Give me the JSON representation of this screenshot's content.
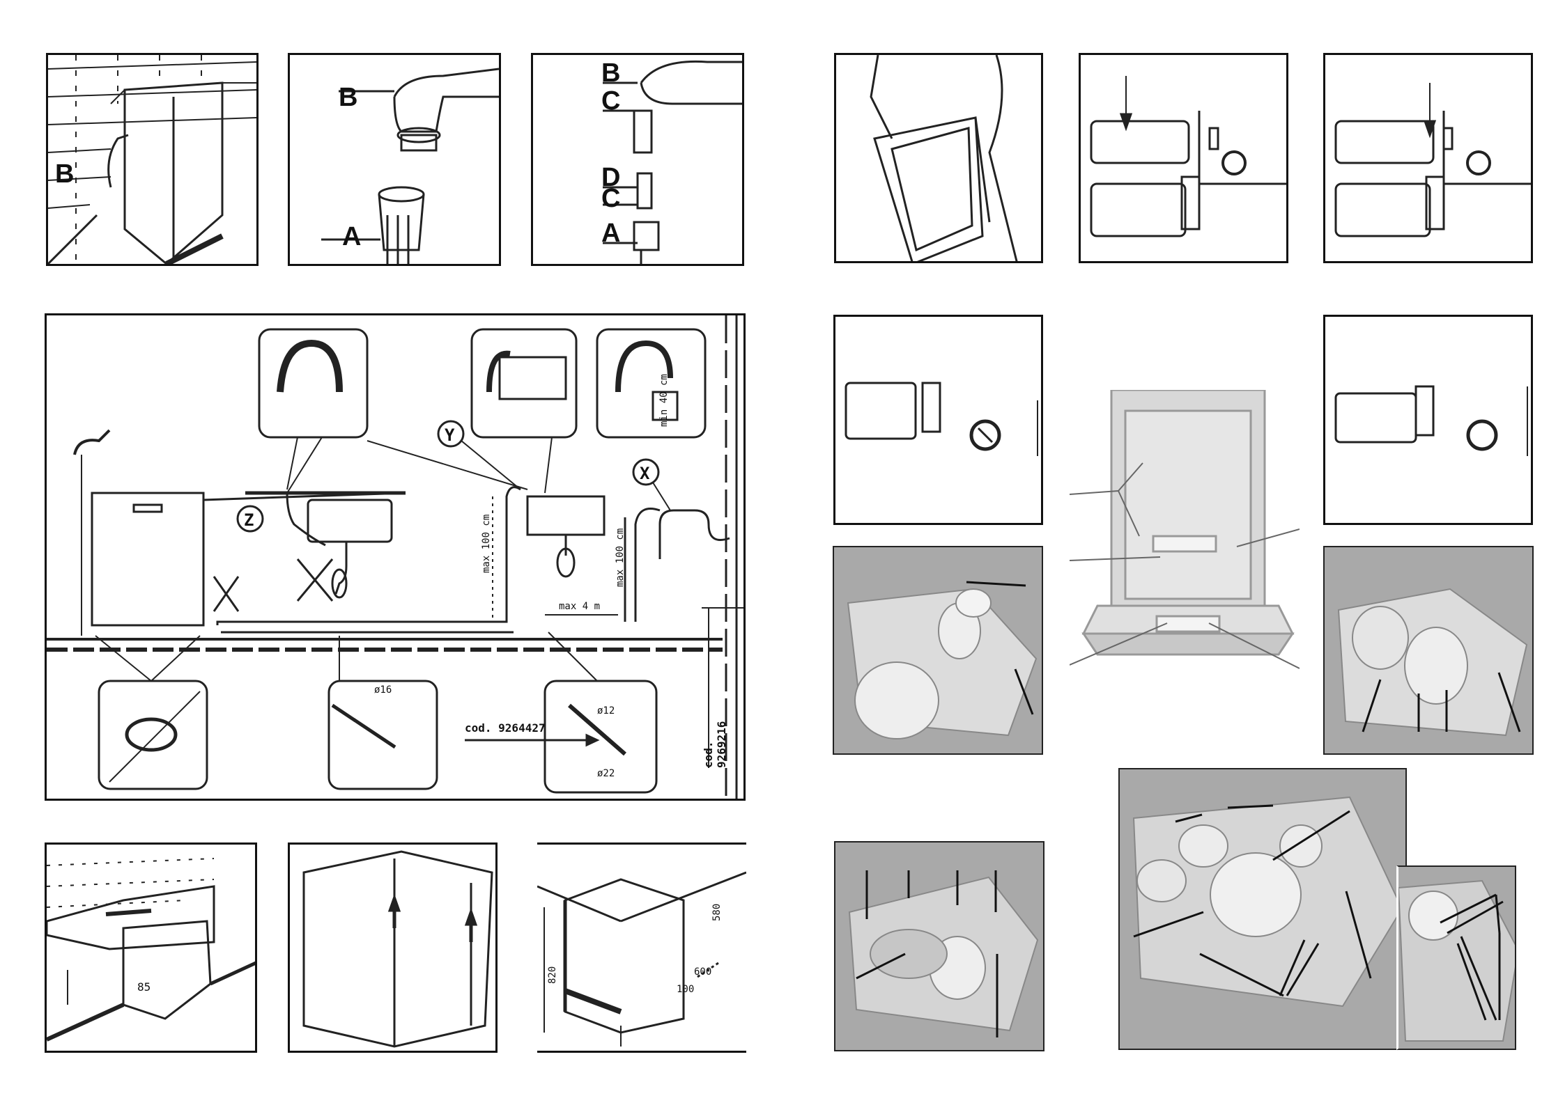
{
  "fig_water_valve": {
    "label_b": "B"
  },
  "fig_tap": {
    "label_a": "A",
    "label_b": "B"
  },
  "fig_adapter": {
    "label_b": "B",
    "label_c1": "C",
    "label_d": "D",
    "label_c2": "C",
    "label_a": "A"
  },
  "fig_drain": {
    "marker_z": "Z",
    "marker_y": "Y",
    "marker_x": "X",
    "code_left": "cod. 9264427",
    "code_right": "cod. 9269216",
    "dim_max100_a": "max 100 cm",
    "dim_max100_b": "max 100 cm",
    "dim_min40": "min 40 cm",
    "dim_max_len": "max 4 m",
    "dim_a": "ø16",
    "dim_b": "ø12",
    "dim_c": "ø22"
  },
  "fig_dimensions": {
    "height_85": "85",
    "height_820": "820",
    "depth_580": "580",
    "width_600": "600",
    "gap_100": "100"
  }
}
